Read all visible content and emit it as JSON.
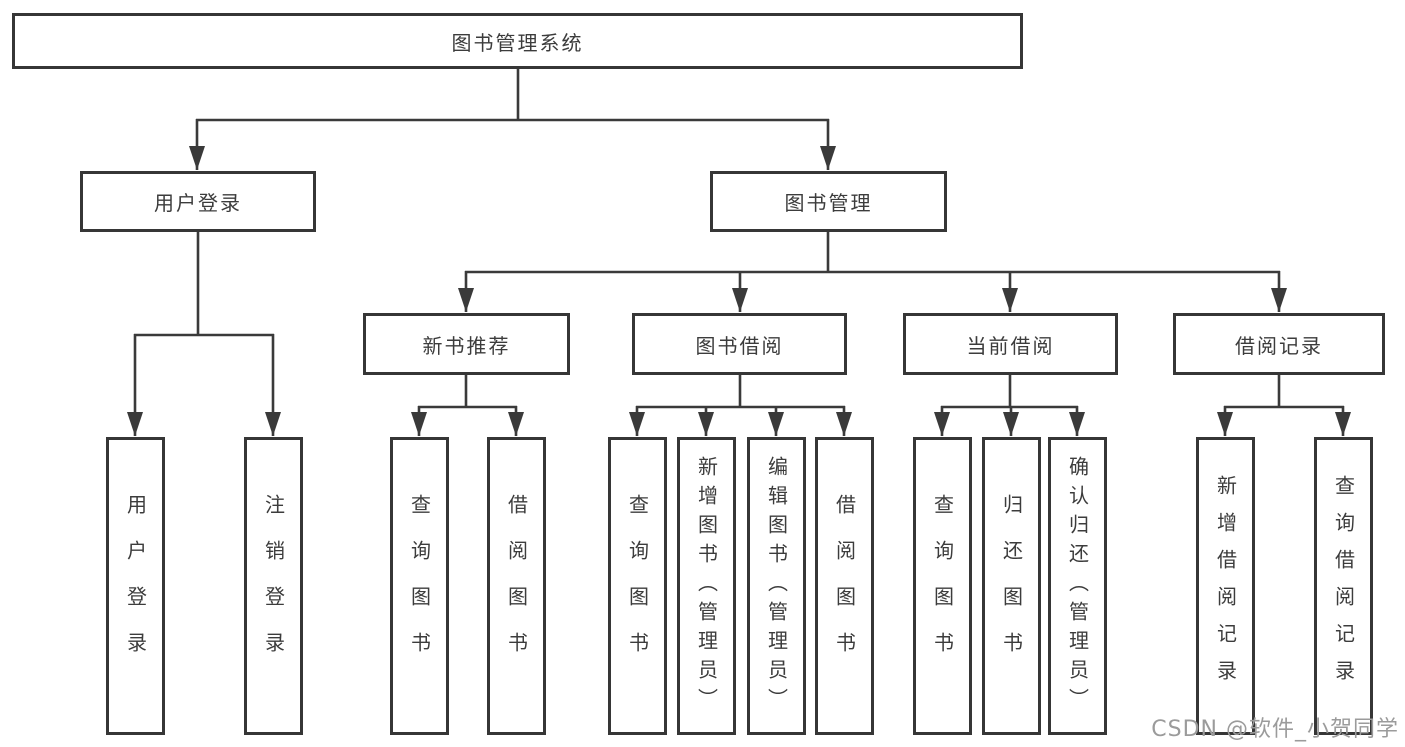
{
  "diagram": {
    "root": {
      "label": "图书管理系统"
    },
    "level2": [
      {
        "label": "用户登录",
        "children": [
          {
            "label": "用户登录"
          },
          {
            "label": "注销登录"
          }
        ]
      },
      {
        "label": "图书管理",
        "children": [
          {
            "label": "新书推荐",
            "children": [
              {
                "label": "查询图书"
              },
              {
                "label": "借阅图书"
              }
            ]
          },
          {
            "label": "图书借阅",
            "children": [
              {
                "label": "查询图书"
              },
              {
                "label": "新增图书（管理员）"
              },
              {
                "label": "编辑图书（管理员）"
              },
              {
                "label": "借阅图书"
              }
            ]
          },
          {
            "label": "当前借阅",
            "children": [
              {
                "label": "查询图书"
              },
              {
                "label": "归还图书"
              },
              {
                "label": "确认归还（管理员）"
              }
            ]
          },
          {
            "label": "借阅记录",
            "children": [
              {
                "label": "新增借阅记录"
              },
              {
                "label": "查询借阅记录"
              }
            ]
          }
        ]
      }
    ]
  },
  "watermark": {
    "text": "CSDN @软件_小贺同学"
  },
  "colors": {
    "line": "#3a3a3a",
    "box_border": "#363636",
    "box_fill": "#ffffff",
    "text": "#3c3c3c",
    "watermark": "#9b9b9b"
  }
}
